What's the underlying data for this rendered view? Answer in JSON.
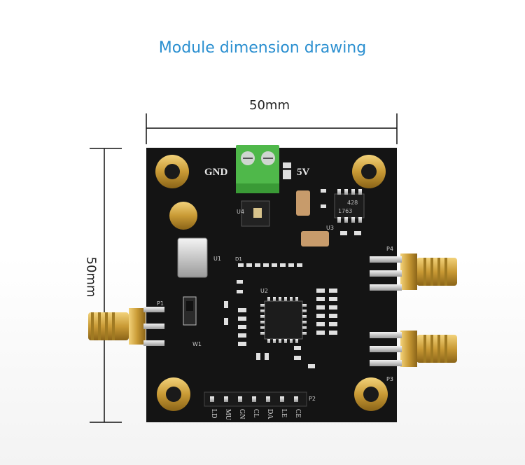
{
  "title": "Module dimension drawing",
  "dimensions": {
    "width_label": "50mm",
    "height_label": "50mm"
  },
  "board": {
    "color": "#111111",
    "silkscreen": {
      "gnd": "GND",
      "v5": "5V",
      "p1": "P1",
      "p2": "P2",
      "p3": "P3",
      "p4": "P4",
      "u1": "U1",
      "u2": "U2",
      "u3": "U3",
      "u4": "U4",
      "w1": "W1",
      "d1": "D1",
      "chip_label_1": "428",
      "chip_label_2": "1763",
      "header_pins": [
        "LD",
        "MU",
        "GN",
        "CL",
        "DA",
        "LE",
        "CE"
      ]
    }
  }
}
